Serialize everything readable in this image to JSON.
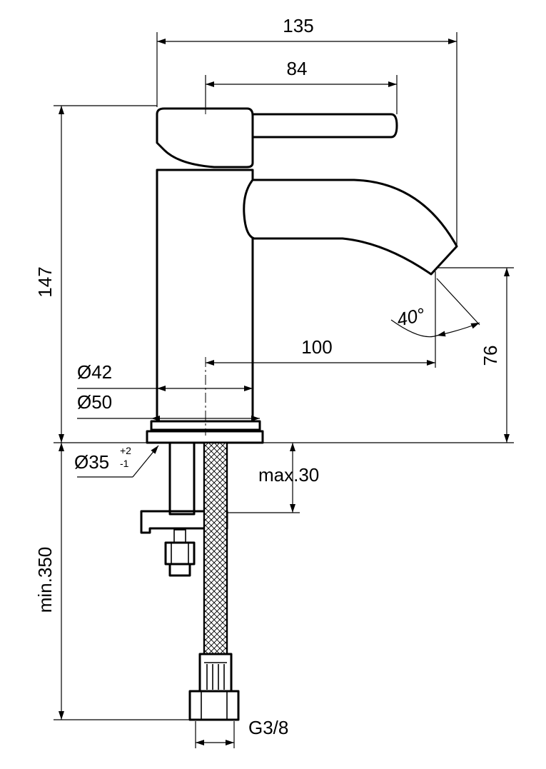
{
  "dimensions": {
    "width_overall": "135",
    "lever_reach": "84",
    "height": "147",
    "spout_reach": "100",
    "spout_height": "76",
    "body_diameter": "Ø42",
    "base_diameter": "Ø50",
    "hole_diameter": "Ø35",
    "hole_tol_plus": "+2",
    "hole_tol_minus": "-1",
    "max_thickness": "max.30",
    "min_hose_length": "min.350",
    "connection": "G3/8",
    "spout_angle": "40°"
  },
  "colors": {
    "line": "#000000",
    "background": "#ffffff"
  }
}
